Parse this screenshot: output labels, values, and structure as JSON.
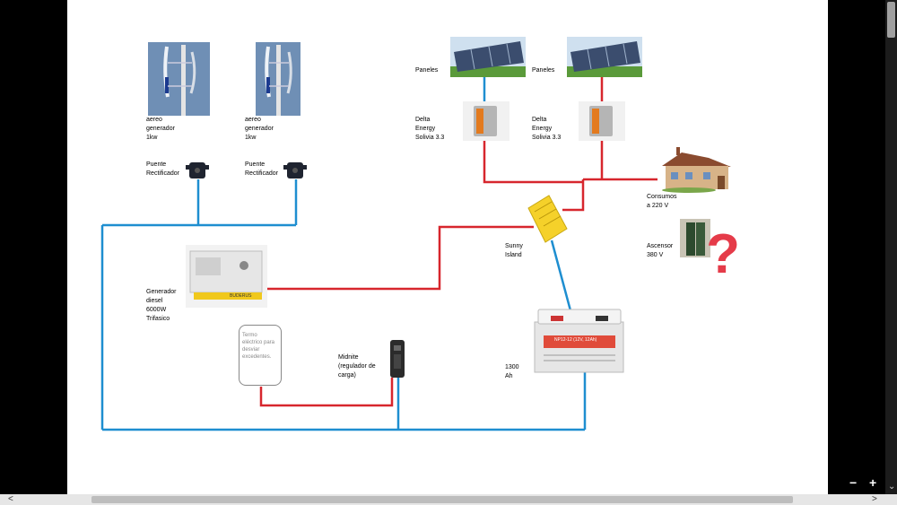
{
  "labels": {
    "wind1": "aereo\ngenerador\n1kw",
    "wind2": "aereo\ngenerador\n1kw",
    "rect1": "Puente\nRectificador",
    "rect2": "Puente\nRectificador",
    "panel1": "Paneles",
    "panel2": "Paneles",
    "inv1": "Delta\nEnergy\nSolivia 3.3",
    "inv2": "Delta\nEnergy\nSolivia 3.3",
    "consumos": "Consumos\na 220 V",
    "ascensor": "Ascensor\n380 V",
    "sunny": "Sunny\nIsland",
    "generador": "Generador\ndiesel\n6000W\nTrifasico",
    "termo": "Termo\neléctrico para\ndesviar\nexcedentes.",
    "midnite": "Midnite\n(regulador de\ncarga)",
    "battery": "1300\nAh",
    "battery_text": "NP12-12 (12V, 12Ah)",
    "generator_brand": "BUDERUS"
  },
  "question_mark": "?",
  "zoom": {
    "minus": "−",
    "plus": "+"
  },
  "colors": {
    "dc_wire": "#1e8ed0",
    "ac_wire": "#d7262d",
    "page": "#ffffff",
    "battery_red": "#e04b3a",
    "sunny_yellow": "#f5d12a"
  }
}
